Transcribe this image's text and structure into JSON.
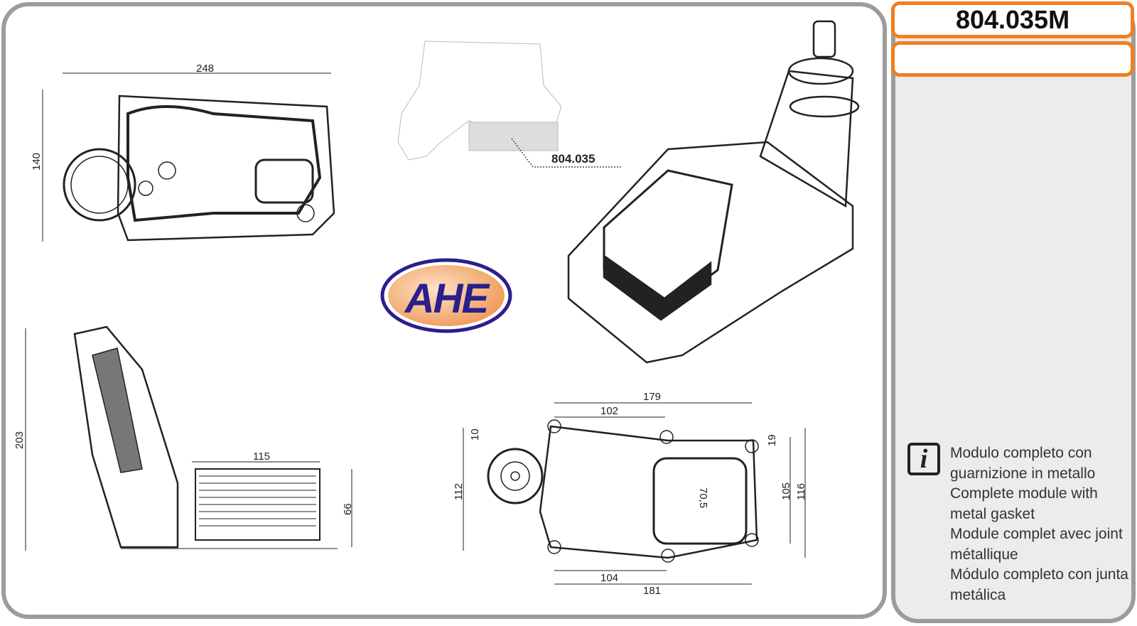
{
  "product": {
    "code": "804.035M",
    "secondary": ""
  },
  "brand": {
    "logo_text": "AHE",
    "colors": {
      "ring": "#2a1f8c",
      "fill": "#f0a060",
      "text": "#2a1f8c"
    }
  },
  "accent": "#f07f1e",
  "reference_part": "804.035",
  "dimensions": {
    "top_width": "248",
    "top_height": "140",
    "side_height": "203",
    "side_length": "115",
    "side_cooler_height": "66",
    "bottom_width_top": "179",
    "bottom_width_inner": "102",
    "bottom_offset": "10",
    "bottom_right_offset": "19",
    "bottom_left_height": "112",
    "bottom_diag": "70,5",
    "bottom_right_height": "105",
    "bottom_total_height": "116",
    "bottom_width_lower": "104",
    "bottom_width_total": "181"
  },
  "description": [
    "Modulo completo con",
    "guarnizione in metallo",
    "Complete module with",
    "metal gasket",
    "Module complet avec joint",
    "métallique",
    "Módulo completo con junta",
    "metálica"
  ]
}
